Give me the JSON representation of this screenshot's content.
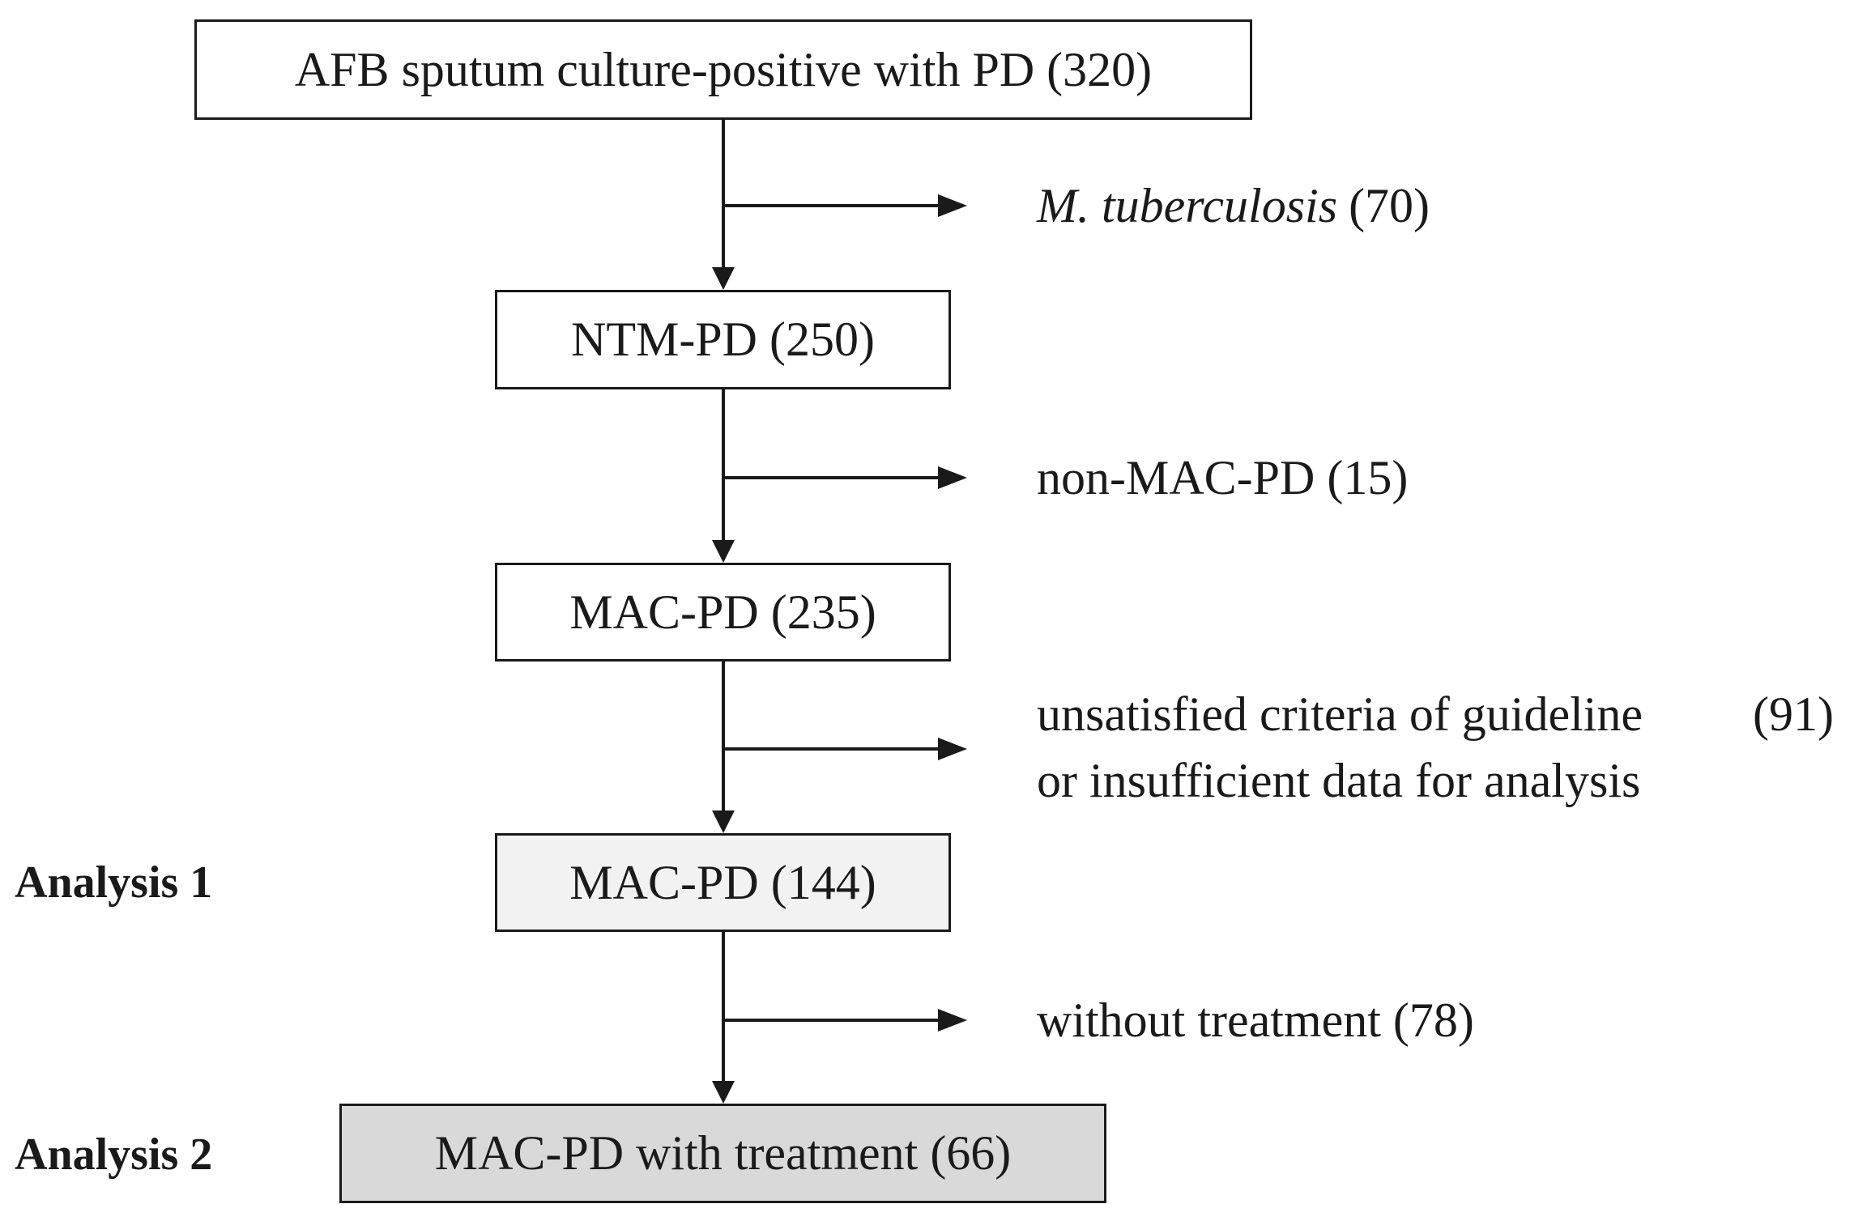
{
  "flowchart": {
    "boxes": {
      "afb": {
        "text": "AFB sputum culture-positive with PD (320)"
      },
      "ntm": {
        "text": "NTM-PD (250)"
      },
      "mac235": {
        "text": "MAC-PD (235)"
      },
      "mac144": {
        "text": "MAC-PD (144)",
        "fill": "#f2f2f2"
      },
      "mac66": {
        "text": "MAC-PD with treatment (66)",
        "fill": "#d9d9d9"
      }
    },
    "exclusions": {
      "tb": {
        "species": "M. tuberculosis",
        "count": "(70)"
      },
      "nonmac": {
        "text": "non-MAC-PD (15)"
      },
      "criteria": {
        "line1": "unsatisfied criteria of guideline",
        "line2": "or insufficient data for analysis",
        "count": "(91)"
      },
      "notreat": {
        "text": "without treatment (78)"
      }
    },
    "labels": {
      "analysis1": "Analysis 1",
      "analysis2": "Analysis 2"
    }
  }
}
